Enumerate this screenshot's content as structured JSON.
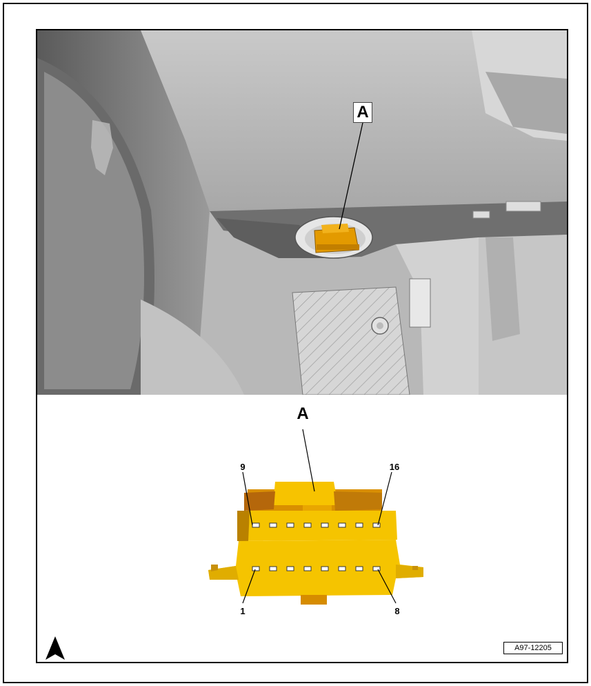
{
  "photo": {
    "callout_label": "A"
  },
  "detail": {
    "connector_label": "A",
    "pins": {
      "top_left": "9",
      "top_right": "16",
      "bottom_left": "1",
      "bottom_right": "8"
    },
    "reference_code": "A97-12205",
    "connector_color": "#f5c400",
    "connector_shadow": "#c88a00"
  }
}
